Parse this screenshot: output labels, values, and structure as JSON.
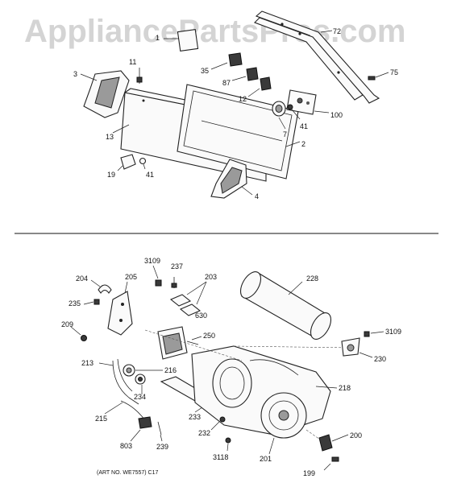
{
  "watermark": "AppliancePartsPros.com",
  "art_note": "(ART NO. WE7557) C17",
  "callouts": {
    "c1": "1",
    "c72": "72",
    "c3": "3",
    "c11": "11",
    "c35": "35",
    "c87": "87",
    "c75": "75",
    "c12": "12",
    "c100": "100",
    "c41a": "41",
    "c7": "7",
    "c13": "13",
    "c2": "2",
    "c19": "19",
    "c41b": "41",
    "c4": "4",
    "c3109a": "3109",
    "c237": "237",
    "c203": "203",
    "c204": "204",
    "c205": "205",
    "c228": "228",
    "c235": "235",
    "c630": "630",
    "c209": "209",
    "c250": "250",
    "c3109b": "3109",
    "c213": "213",
    "c216": "216",
    "c230": "230",
    "c234": "234",
    "c218": "218",
    "c215": "215",
    "c233": "233",
    "c232": "232",
    "c200": "200",
    "c803": "803",
    "c239": "239",
    "c3118": "3118",
    "c201": "201",
    "c199": "199"
  }
}
